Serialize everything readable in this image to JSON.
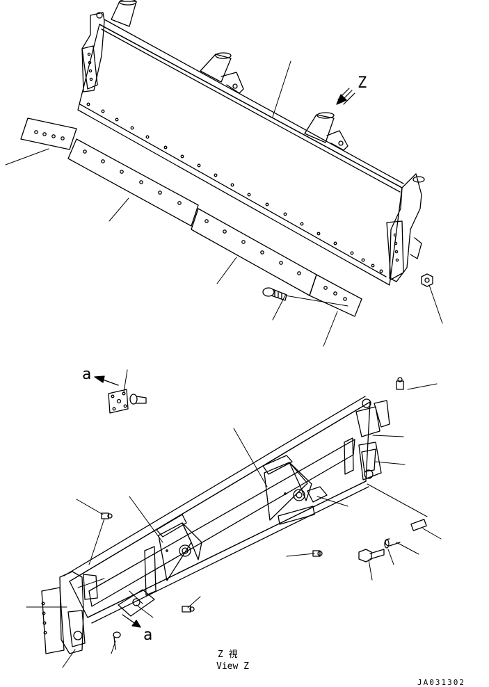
{
  "view_marker": "Z",
  "detail_marker": "a",
  "view_caption_jp": "Z 視",
  "view_caption_en": "View Z",
  "drawing_code": "JA031302",
  "colors": {
    "line": "#000000",
    "background": "#ffffff"
  }
}
